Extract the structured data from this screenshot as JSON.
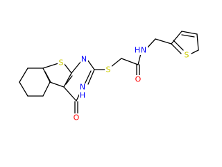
{
  "molecule": {
    "atoms": {
      "s_thiophene_ring": {
        "text": "S",
        "color": "#cccc00"
      },
      "n_pyrimidine": {
        "text": "N",
        "color": "#0000ff"
      },
      "s_thioether": {
        "text": "S",
        "color": "#cccc00"
      },
      "o_amide": {
        "text": "O",
        "color": "#ff0000"
      },
      "nh_amide": {
        "text": "N",
        "color": "#0000ff"
      },
      "h_amide": {
        "text": "H",
        "color": "#0000ff"
      },
      "s_thienyl": {
        "text": "S",
        "color": "#cccc00"
      },
      "o_ketone": {
        "text": "O",
        "color": "#ff0000"
      },
      "nh_ring": {
        "text": "N",
        "color": "#0000ff"
      },
      "h_ring": {
        "text": "H",
        "color": "#0000ff"
      }
    },
    "bond_color": "#000000",
    "background": "#ffffff"
  }
}
